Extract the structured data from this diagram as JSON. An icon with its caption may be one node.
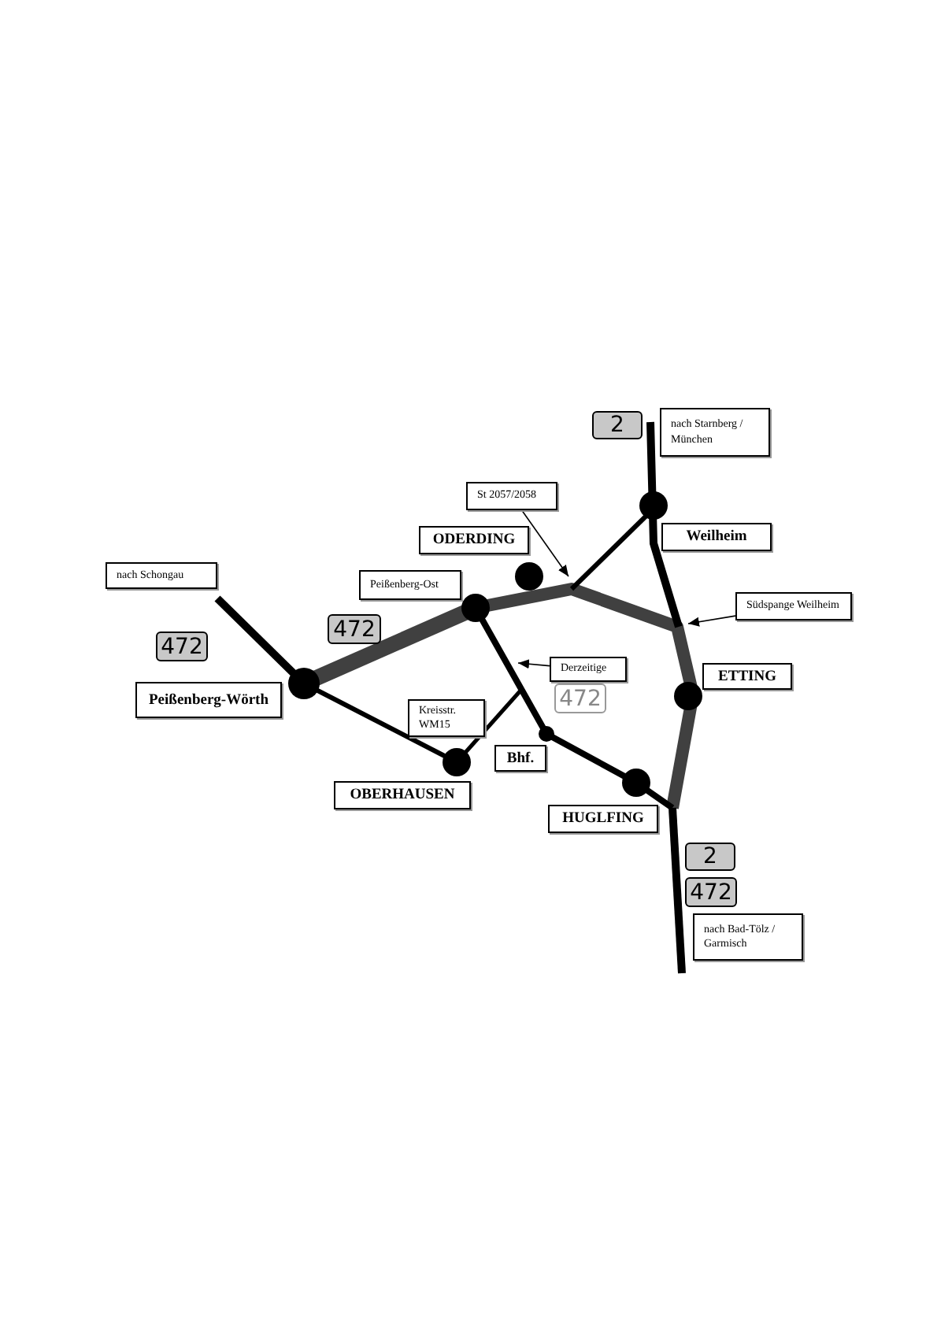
{
  "diagram": {
    "nodes": [
      {
        "text": [
          "2"
        ]
      },
      {
        "text": [
          "nach  Starnberg / München"
        ]
      },
      {
        "text": [
          "St 2057/2058"
        ]
      },
      {
        "text": [
          "ODERDING"
        ]
      },
      {
        "text": [
          "Weilheim"
        ]
      },
      {
        "text": [
          "nach  Schongau"
        ]
      },
      {
        "text": [
          "Peißenberg-Ost"
        ]
      },
      {
        "text": [
          "Südspange Weilheim"
        ]
      },
      {
        "text": [
          "472"
        ]
      },
      {
        "text": [
          "472"
        ]
      },
      {
        "text": [
          "Peißenberg-Wörth"
        ]
      },
      {
        "text": [
          "Derzeitige"
        ]
      },
      {
        "text": [
          "472"
        ]
      },
      {
        "text": [
          "ETTING"
        ]
      },
      {
        "text": [
          "Kreisstr. WM15"
        ]
      },
      {
        "text": [
          "Bhf."
        ]
      },
      {
        "text": [
          "OBERHAUSEN"
        ]
      },
      {
        "text": [
          "HUGLFING"
        ]
      },
      {
        "text": [
          "2"
        ]
      },
      {
        "text": [
          "472"
        ]
      },
      {
        "text": [
          "nach  Bad-Tölz / Garmisch"
        ]
      }
    ],
    "edges": [
      {
        "from": 2,
        "to": null,
        "arrow": "to"
      },
      {
        "from": 7,
        "to": null,
        "arrow": "to"
      },
      {
        "from": 11,
        "to": null,
        "arrow": "to"
      }
    ]
  }
}
